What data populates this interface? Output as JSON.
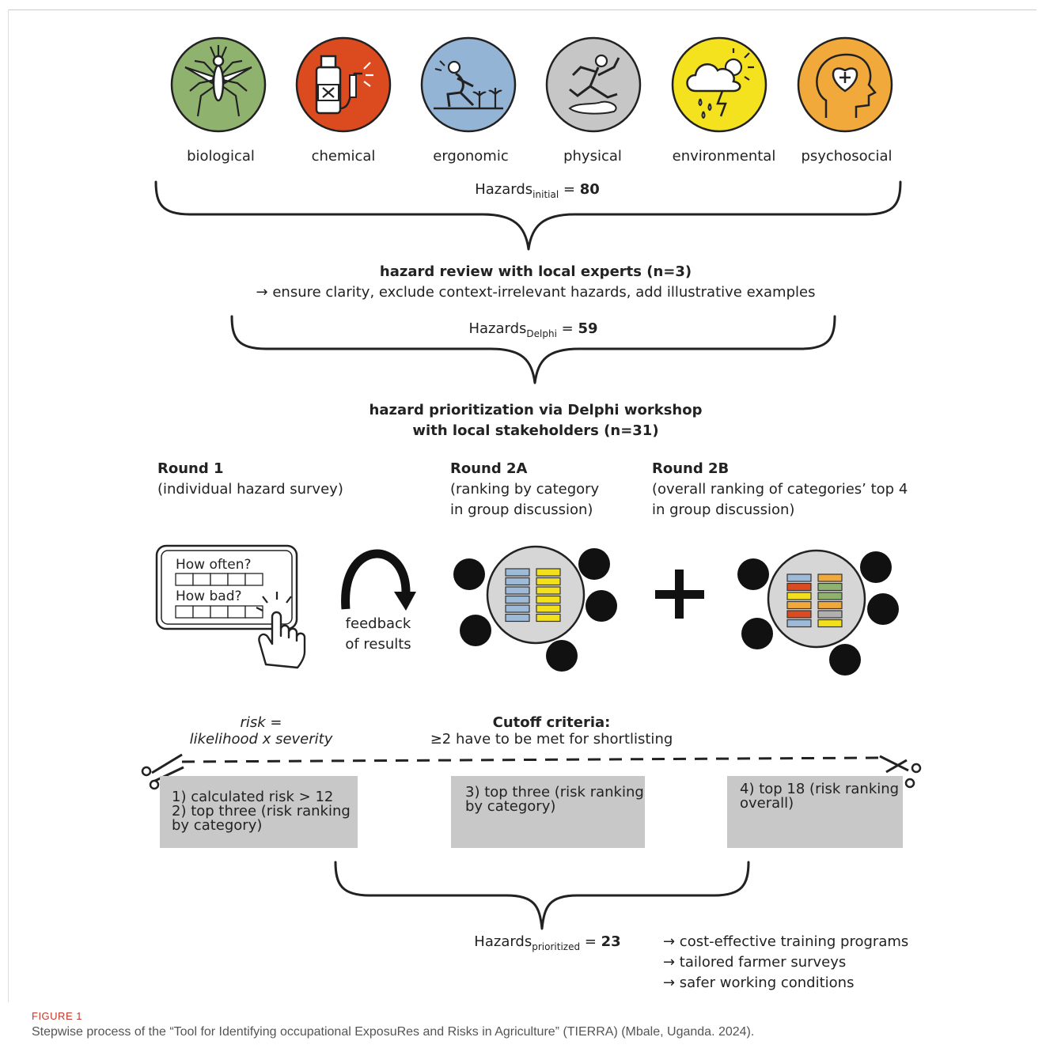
{
  "hazard_categories": [
    {
      "label": "biological",
      "color": "#8fb26f",
      "icon": "mosquito-icon"
    },
    {
      "label": "chemical",
      "color": "#dc4a1f",
      "icon": "pesticide-sprayer-icon"
    },
    {
      "label": "ergonomic",
      "color": "#94b4d6",
      "icon": "kneeling-farmer-icon"
    },
    {
      "label": "physical",
      "color": "#c6c6c6",
      "icon": "slipping-person-icon"
    },
    {
      "label": "environmental",
      "color": "#f5e21e",
      "icon": "storm-cloud-icon"
    },
    {
      "label": "psychosocial",
      "color": "#f2a93b",
      "icon": "head-heart-icon"
    }
  ],
  "step1": {
    "count_label": "Hazards",
    "count_sub": "initial",
    "count_eq": "= ",
    "count_value": "80"
  },
  "review": {
    "title": "hazard review with local experts (n=3)",
    "desc": "→ ensure clarity, exclude context-irrelevant hazards, add illustrative examples",
    "count_label": "Hazards",
    "count_sub": "Delphi",
    "count_eq": "= ",
    "count_value": "59"
  },
  "prioritization": {
    "title_line1": "hazard prioritization via Delphi workshop",
    "title_line2": "with local stakeholders (n=31)"
  },
  "rounds": [
    {
      "title": "Round 1",
      "desc": [
        "(individual hazard survey)"
      ]
    },
    {
      "title": "Round 2A",
      "desc": [
        "(ranking by category",
        "in group discussion)"
      ]
    },
    {
      "title": "Round 2B",
      "desc": [
        "(overall ranking of categories’ top 4",
        "in group discussion)"
      ]
    }
  ],
  "survey": {
    "q1": "How often?",
    "q2": "How bad?"
  },
  "feedback": {
    "line1": "feedback",
    "line2": "of results"
  },
  "risk_formula": {
    "line1": "risk =",
    "line2": "likelihood x severity"
  },
  "cutoff": {
    "title": "Cutoff criteria:",
    "desc": "≥2 have to be met for shortlisting"
  },
  "criteria_boxes": [
    {
      "lines": [
        "1) calculated risk > 12",
        "2) top three (risk ranking",
        "by category)"
      ]
    },
    {
      "lines": [
        "3) top three (risk ranking",
        "by category)"
      ]
    },
    {
      "lines": [
        "4) top 18 (risk ranking",
        "overall)"
      ]
    }
  ],
  "final": {
    "count_label": "Hazards",
    "count_sub": "prioritized",
    "count_eq": "= ",
    "count_value": "23",
    "outcomes": [
      "→ cost-effective training programs",
      "→ tailored farmer surveys",
      "→ safer working conditions"
    ]
  },
  "round2a_colors": {
    "left": "#9dbbd9",
    "right": "#f3e01c"
  },
  "round2b_colors": {
    "left": [
      "#9dbbd9",
      "#dc4a1f",
      "#f3e01c",
      "#f2a93b",
      "#dc4a1f",
      "#9dbbd9"
    ],
    "right": [
      "#f2a93b",
      "#8fb26f",
      "#8fb26f",
      "#f2a93b",
      "#b0b0b0",
      "#f3e01c"
    ]
  },
  "figure": {
    "label": "FIGURE 1",
    "caption": "Stepwise process of the “Tool for Identifying occupational ExposuRes and Risks in Agriculture” (TIERRA) (Mbale, Uganda. 2024)."
  }
}
